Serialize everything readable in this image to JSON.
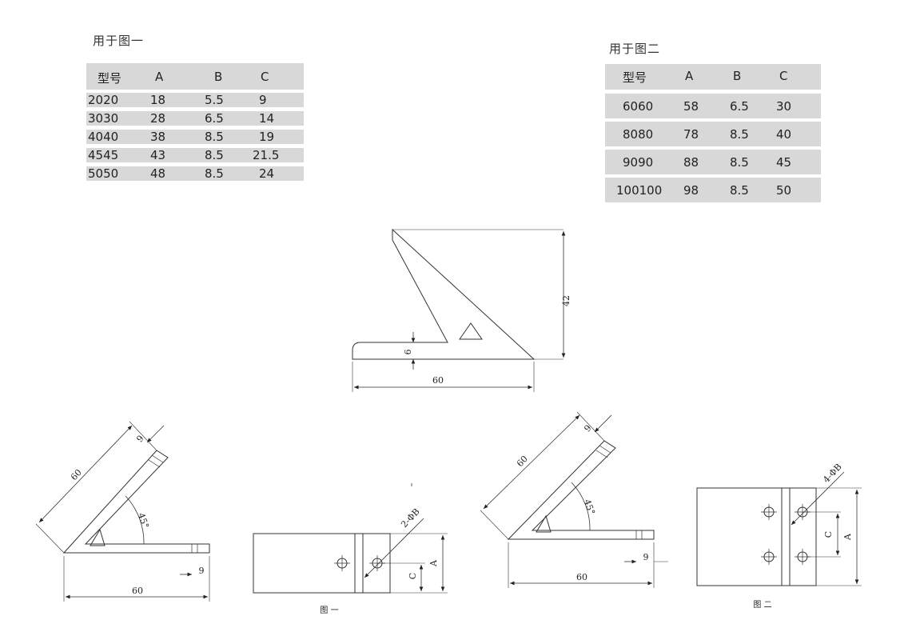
{
  "table1": {
    "title": "用于图一",
    "headers": [
      "型号",
      "A",
      "B",
      "C"
    ],
    "rows": [
      [
        "2020",
        "18",
        "5.5",
        "9"
      ],
      [
        "3030",
        "28",
        "6.5",
        "14"
      ],
      [
        "4040",
        "38",
        "8.5",
        "19"
      ],
      [
        "4545",
        "43",
        "8.5",
        "21.5"
      ],
      [
        "5050",
        "48",
        "8.5",
        "24"
      ]
    ]
  },
  "table2": {
    "title": "用于图二",
    "headers": [
      "型号",
      "A",
      "B",
      "C"
    ],
    "rows": [
      [
        "6060",
        "58",
        "6.5",
        "30"
      ],
      [
        "8080",
        "78",
        "8.5",
        "40"
      ],
      [
        "9090",
        "88",
        "8.5",
        "45"
      ],
      [
        "100100",
        "98",
        "8.5",
        "50"
      ]
    ]
  },
  "drawing": {
    "top_profile": {
      "dim_height": "42",
      "dim_base": "6",
      "dim_length": "60"
    },
    "fig1_side": {
      "dim_arm": "60",
      "dim_tip": "9",
      "dim_angle": "45°",
      "dim_base": "60",
      "dim_end": "9"
    },
    "fig1_front": {
      "dim_holes": "2-ΦB",
      "dim_a": "A",
      "dim_c": "C",
      "caption": "图 一"
    },
    "fig2_side": {
      "dim_arm": "60",
      "dim_tip": "9",
      "dim_angle": "45°",
      "dim_base": "60",
      "dim_end": "9"
    },
    "fig2_front": {
      "dim_holes": "4-ΦB",
      "dim_a": "A",
      "dim_c": "C",
      "caption": "图 二"
    }
  }
}
